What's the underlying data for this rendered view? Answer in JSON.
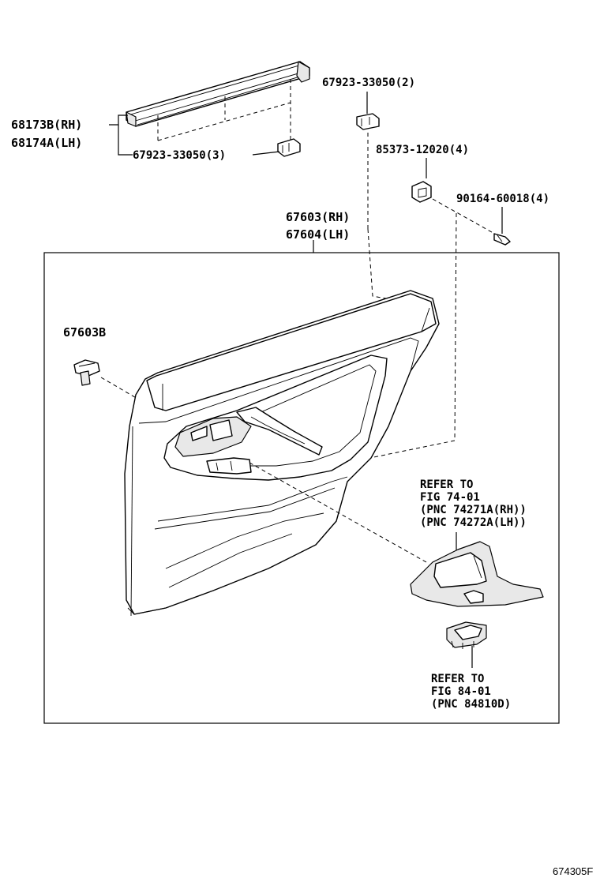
{
  "labels": {
    "moulding_rh": "68173B(RH)",
    "moulding_lh": "68174A(LH)",
    "clip_3": "67923-33050(3)",
    "clip_2": "67923-33050(2)",
    "nut": "85373-12020(4)",
    "screw": "90164-60018(4)",
    "board_rh": "67603(RH)",
    "board_lh": "67604(LH)",
    "clip_b": "67603B",
    "ref1_line1": "REFER TO",
    "ref1_line2": "FIG 74-01",
    "ref1_line3": "(PNC 74271A(RH))",
    "ref1_line4": "(PNC 74272A(LH))",
    "ref2_line1": "REFER TO",
    "ref2_line2": "FIG 84-01",
    "ref2_line3": "(PNC 84810D)",
    "figure_code": "674305F"
  }
}
